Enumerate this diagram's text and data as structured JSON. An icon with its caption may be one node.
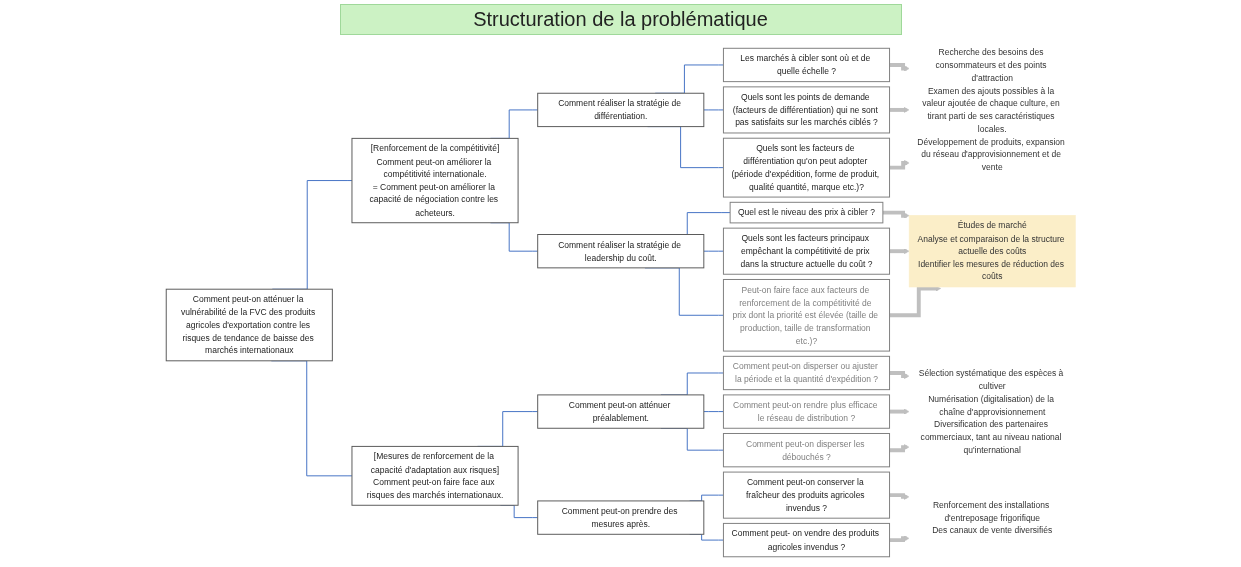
{
  "diagram": {
    "title": "Structuration de la problématique",
    "nodes": [
      {
        "text": [
          "Comment peut-on atténuer la vulnérabilité de la FVC des produits agricoles d'exportation contre les risques de tendance de baisse des marchés internationaux"
        ]
      },
      {
        "text": [
          "[Renforcement de la compétitivité]",
          "Comment peut-on améliorer la compétitivité internationale.",
          "= Comment peut-on améliorer la capacité de négociation contre les acheteurs."
        ]
      },
      {
        "text": [
          "Comment réaliser la stratégie de différentiation."
        ]
      },
      {
        "text": [
          "Les marchés à cibler sont où et de quelle échelle ?"
        ]
      },
      {
        "text": [
          "Quels sont les points de demande (facteurs de différentiation) qui ne sont pas satisfaits sur les marchés ciblés ?"
        ]
      },
      {
        "text": [
          "Quels sont les facteurs de différentiation qu'on peut adopter (période d'expédition, forme de produit, qualité quantité, marque etc.)?"
        ]
      },
      {
        "text": [
          "Comment réaliser la stratégie de leadership du coût."
        ]
      },
      {
        "text": [
          "Quel est le niveau des prix à cibler ?"
        ]
      },
      {
        "text": [
          "Quels sont les facteurs principaux empêchant la compétitivité de prix dans la structure actuelle du coût ?"
        ]
      },
      {
        "text": [
          "Peut-on faire face aux facteurs de renforcement de la compétitivité de prix dont la priorité est élevée (taille de production, taille de transformation etc.)?"
        ]
      },
      {
        "text": [
          "[Mesures de renforcement de la capacité d'adaptation aux risques]",
          "Comment peut-on faire face aux risques des marchés internationaux."
        ]
      },
      {
        "text": [
          "Comment peut-on atténuer préalablement."
        ]
      },
      {
        "text": [
          "Comment peut-on disperser ou ajuster la période et la quantité d'expédition ?"
        ]
      },
      {
        "text": [
          "Comment peut-on rendre plus efficace le réseau de distribution ?"
        ]
      },
      {
        "text": [
          "Comment peut-on disperser les débouchés ?"
        ]
      },
      {
        "text": [
          "Comment peut-on prendre des mesures après."
        ]
      },
      {
        "text": [
          "Comment peut-on conserver la fraîcheur des produits agricoles invendus ?"
        ]
      },
      {
        "text": [
          "Comment peut- on vendre des produits agricoles invendus ?"
        ]
      },
      {
        "text": [
          "Recherche des besoins des consommateurs et des points d'attraction",
          "Examen des ajouts possibles à la valeur ajoutée de chaque culture, en tirant parti de ses caractéristiques locales.",
          "Développement de produits, expansion du réseau d'approvisionnement et de vente"
        ]
      },
      {
        "text": [
          "Études de marché",
          "Analyse et comparaison de la structure actuelle des coûts",
          "Identifier les mesures de réduction des coûts"
        ]
      },
      {
        "text": [
          "Sélection systématique des espèces à cultiver",
          "Numérisation (digitalisation) de la chaîne d'approvisionnement",
          "Diversification des partenaires commerciaux, tant au niveau national qu'international"
        ]
      },
      {
        "text": [
          "Renforcement des installations d'entreposage frigorifique",
          "Des canaux de vente diversifiés"
        ]
      }
    ],
    "edges": [
      {
        "from": 0,
        "to": 1,
        "arrow": "none"
      },
      {
        "from": 0,
        "to": 10,
        "arrow": "none"
      },
      {
        "from": 1,
        "to": 2,
        "arrow": "none"
      },
      {
        "from": 1,
        "to": 6,
        "arrow": "none"
      },
      {
        "from": 2,
        "to": 3,
        "arrow": "none"
      },
      {
        "from": 2,
        "to": 4,
        "arrow": "none"
      },
      {
        "from": 2,
        "to": 5,
        "arrow": "none"
      },
      {
        "from": 6,
        "to": 7,
        "arrow": "none"
      },
      {
        "from": 6,
        "to": 8,
        "arrow": "none"
      },
      {
        "from": 6,
        "to": 9,
        "arrow": "none"
      },
      {
        "from": 10,
        "to": 11,
        "arrow": "none"
      },
      {
        "from": 10,
        "to": 15,
        "arrow": "none"
      },
      {
        "from": 11,
        "to": 12,
        "arrow": "none"
      },
      {
        "from": 11,
        "to": 13,
        "arrow": "none"
      },
      {
        "from": 11,
        "to": 14,
        "arrow": "none"
      },
      {
        "from": 15,
        "to": 16,
        "arrow": "none"
      },
      {
        "from": 15,
        "to": 17,
        "arrow": "none"
      },
      {
        "from": 3,
        "to": 18,
        "arrow": "to",
        "style": "thick",
        "color": "#bfbfbf"
      },
      {
        "from": 4,
        "to": 18,
        "arrow": "to",
        "style": "thick",
        "color": "#bfbfbf"
      },
      {
        "from": 5,
        "to": 18,
        "arrow": "to",
        "style": "thick",
        "color": "#bfbfbf"
      },
      {
        "from": 7,
        "to": 19,
        "arrow": "to",
        "style": "thick",
        "color": "#bfbfbf"
      },
      {
        "from": 8,
        "to": 19,
        "arrow": "to",
        "style": "thick",
        "color": "#bfbfbf"
      },
      {
        "from": 9,
        "to": 19,
        "arrow": "to",
        "style": "thick",
        "color": "#bfbfbf"
      },
      {
        "from": 12,
        "to": 20,
        "arrow": "to",
        "style": "thick",
        "color": "#bfbfbf"
      },
      {
        "from": 13,
        "to": 20,
        "arrow": "to",
        "style": "thick",
        "color": "#bfbfbf"
      },
      {
        "from": 14,
        "to": 20,
        "arrow": "to",
        "style": "thick",
        "color": "#bfbfbf"
      },
      {
        "from": 16,
        "to": 21,
        "arrow": "to",
        "style": "thick",
        "color": "#bfbfbf"
      },
      {
        "from": 17,
        "to": 21,
        "arrow": "to",
        "style": "thick",
        "color": "#bfbfbf"
      }
    ]
  }
}
